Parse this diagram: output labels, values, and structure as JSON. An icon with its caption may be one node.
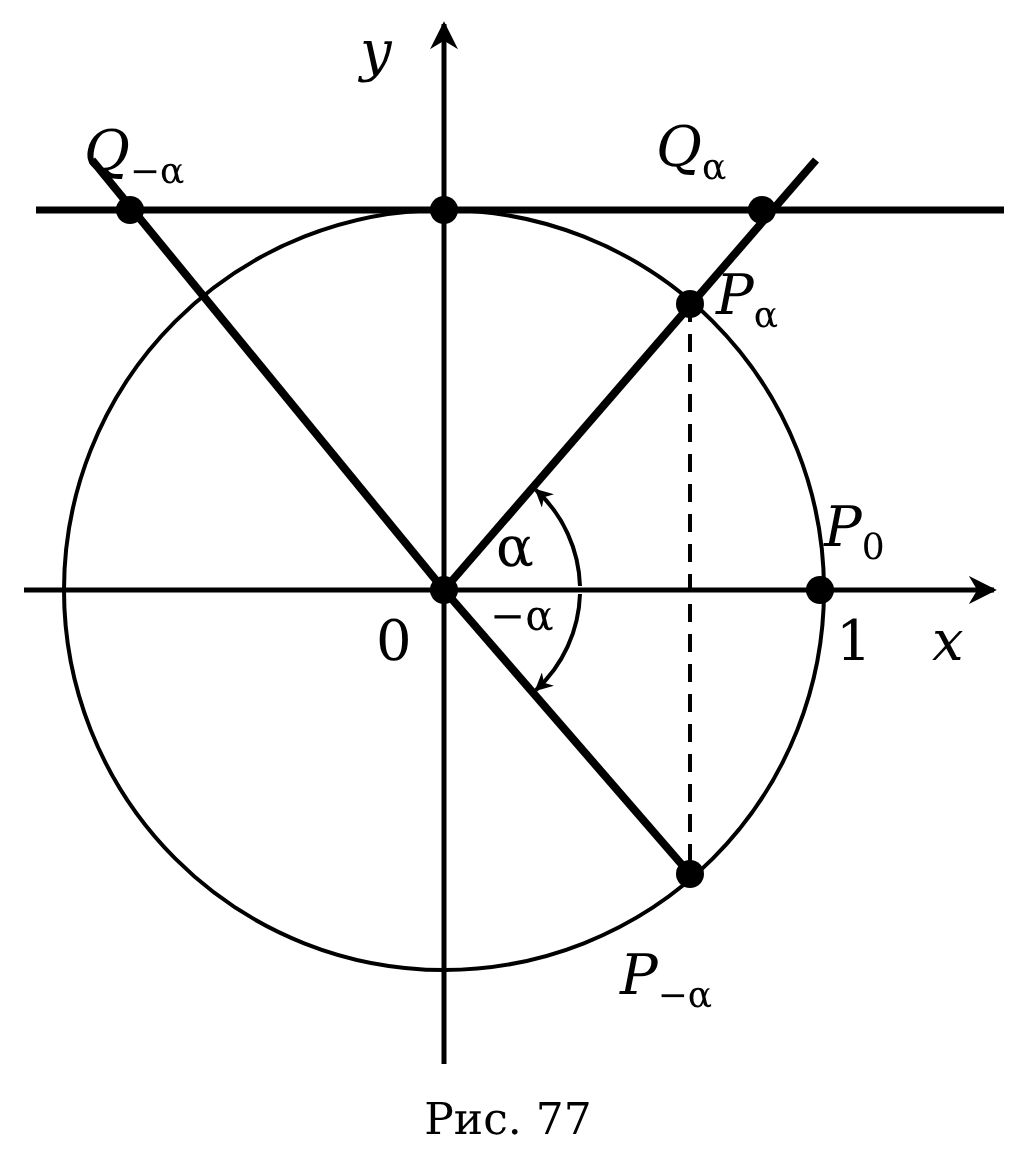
{
  "diagram": {
    "caption": "Рис. 77",
    "labels": [
      "*y*",
      "*Q*$_{−α}$",
      "*Q*$_{α}$",
      "*P*$_{α}$",
      "α",
      "*P*$_{0}$",
      "0",
      "−α",
      "1",
      "*x*",
      "*P*$_{−α}$"
    ]
  }
}
